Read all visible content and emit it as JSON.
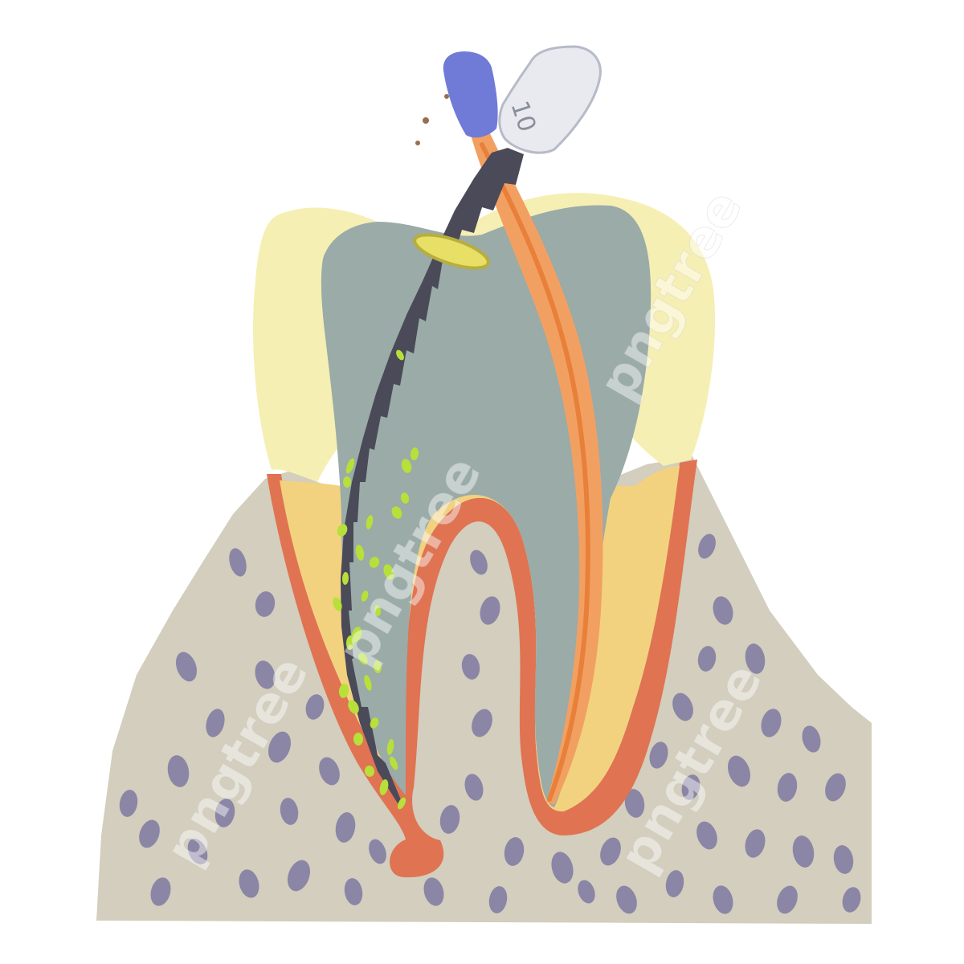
{
  "illustration": {
    "subject": "root canal treatment",
    "file_handle_label": "10",
    "watermark_text": "pngtree"
  },
  "colors": {
    "background": "#ffffff",
    "bone": "#d3cebd",
    "bone_pores": "#8b85a6",
    "gum_outline": "#e07352",
    "enamel": "#f6efb4",
    "dentin": "#f2d27f",
    "pulp_chamber": "#9aaba8",
    "endodontic_file": "#4a4a58",
    "file_handle": "#e8eaf0",
    "rubber_stopper": "#e8df66",
    "gutta_percha": "#f2a062",
    "gutta_percha_cap": "#6f7bd6",
    "infection_particles": "#b7e03a"
  }
}
